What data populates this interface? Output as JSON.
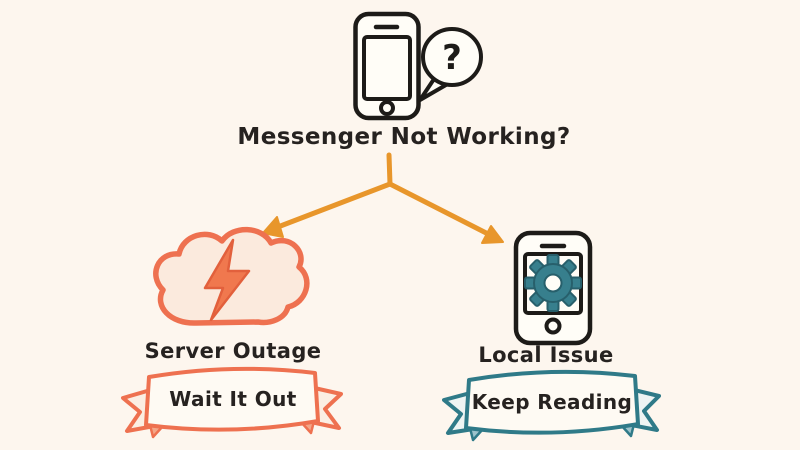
{
  "diagram": {
    "title": "Messenger Not Working?",
    "question_mark": "?",
    "root": {
      "label": "Messenger Not Working?",
      "icon": "smartphone-question-bubble-icon"
    },
    "branches": [
      {
        "id": "server-outage",
        "label": "Server Outage",
        "banner": "Wait It Out",
        "icon": "cloud-lightning-icon",
        "accent_color": "#ee7150"
      },
      {
        "id": "local-issue",
        "label": "Local Issue",
        "banner": "Keep Reading",
        "icon": "smartphone-gear-icon",
        "accent_color": "#2f7a88"
      }
    ],
    "colors": {
      "background": "#fdf6ee",
      "arrow": "#e8962b",
      "coral": "#ee7150",
      "coral_fill": "#fbeadd",
      "teal": "#2f7a88",
      "ink": "#1d1b18",
      "paper": "#fffdf7"
    }
  }
}
